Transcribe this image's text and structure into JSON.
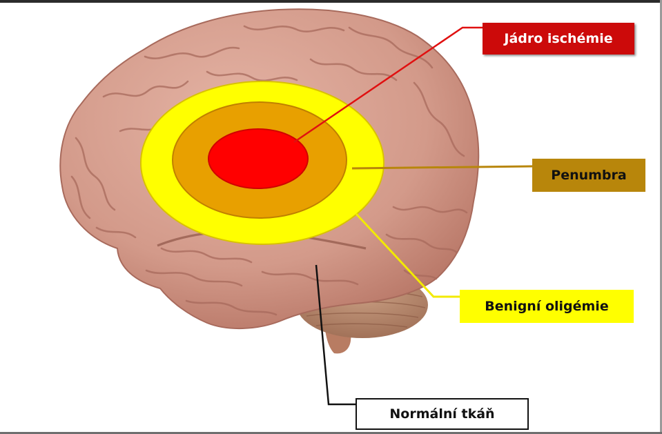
{
  "labels": {
    "core": {
      "text": "Jádro ischémie",
      "bg": "#cc0a0a",
      "fg": "#ffffff"
    },
    "penumbra": {
      "text": "Penumbra",
      "bg": "#b8860b",
      "fg": "#111111"
    },
    "oligemia": {
      "text": "Benigní oligémie",
      "bg": "#ffff00",
      "fg": "#111111"
    },
    "normal": {
      "text": "Normální tkáň",
      "bg": "#ffffff",
      "fg": "#111111"
    }
  },
  "colors": {
    "brain": "#d39a8a",
    "brain_shadow": "#b87767",
    "brain_fold": "#a86a5c",
    "cerebellum": "#b9856a",
    "zone_core": "#ff0000",
    "zone_penumbra": "#e8a000",
    "zone_oligemia": "#ffff00",
    "line_core": "#e01010",
    "line_penumbra": "#b8860b",
    "line_oligemia": "#f2ea00",
    "line_normal": "#111111"
  }
}
